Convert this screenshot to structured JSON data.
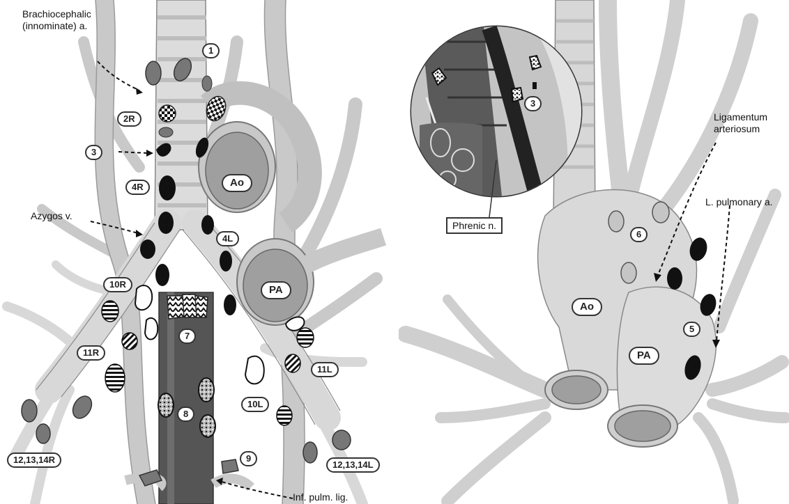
{
  "left": {
    "labels": {
      "brachiocephalic_line1": "Brachiocephalic",
      "brachiocephalic_line2": "(innominate) a.",
      "azygos": "Azygos v.",
      "inf_pulm_lig": "Inf. pulm. lig."
    },
    "station_tags": {
      "s1": "1",
      "s2R": "2R",
      "s3": "3",
      "s4R": "4R",
      "s4L": "4L",
      "s10R": "10R",
      "s11R": "11R",
      "s7": "7",
      "s8": "8",
      "s9": "9",
      "s10L": "10L",
      "s11L": "11L",
      "s121314R": "12,13,14R",
      "s121314L": "12,13,14L"
    },
    "vessel_tags": {
      "ao": "Ao",
      "pa": "PA"
    }
  },
  "right": {
    "labels": {
      "ligamentum_line1": "Ligamentum",
      "ligamentum_line2": "arteriosum",
      "l_pulmonary": "L. pulmonary a.",
      "phrenic": "Phrenic n."
    },
    "station_tags": {
      "s3": "3",
      "s6": "6",
      "s5": "5"
    },
    "vessel_tags": {
      "ao": "Ao",
      "pa": "PA"
    }
  }
}
